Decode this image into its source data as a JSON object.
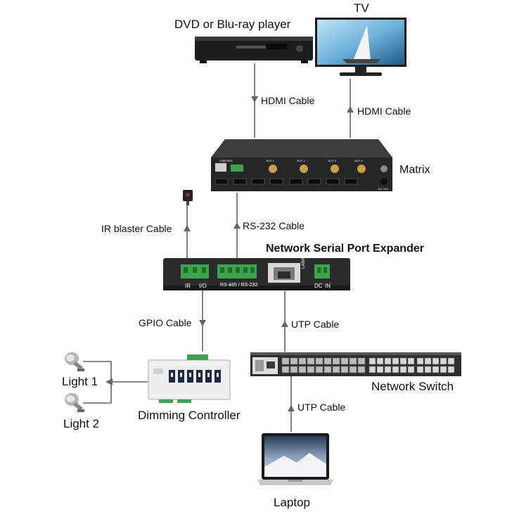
{
  "devices": {
    "player": "DVD or Blu-ray player",
    "tv": "TV",
    "matrix": "Matrix",
    "expander": "Network Serial Port Expander",
    "switch": "Network Switch",
    "dimming": "Dimming Controller",
    "light1": "Light 1",
    "light2": "Light 2",
    "laptop": "Laptop"
  },
  "cables": {
    "hdmi_in": "HDMI Cable",
    "hdmi_out": "HDMI Cable",
    "ir": "IR blaster Cable",
    "rs232": "RS-232 Cable",
    "gpio": "GPIO Cable",
    "utp_top": "UTP Cable",
    "utp_bottom": "UTP Cable"
  },
  "expander_ports": {
    "ir": "IR",
    "io": "I/O",
    "serial": "RS-485 / RS-232",
    "lan": "LAN/PoE",
    "dc": "DC",
    "in": "IN"
  },
  "matrix_ports": {
    "control": "CONTROL",
    "out1": "OUT 1",
    "out2": "OUT 2",
    "out3": "OUT 3",
    "out4": "OUT 4",
    "dc": "DC 12V"
  },
  "colors": {
    "device_dark": "#2b2b2b",
    "terminal_green": "#3fa34d",
    "line": "#666666"
  }
}
